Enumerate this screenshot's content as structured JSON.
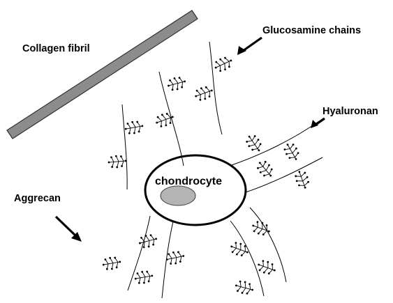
{
  "labels": {
    "collagen": "Collagen fibril",
    "glucosamine": "Glucosamine chains",
    "hyaluronan": "Hyaluronan",
    "aggrecan": "Aggrecan",
    "chondrocyte": "chondrocyte"
  },
  "colors": {
    "fibril": "#8c8c8c",
    "nucleus": "#b4b4b4",
    "ink": "#000000"
  }
}
